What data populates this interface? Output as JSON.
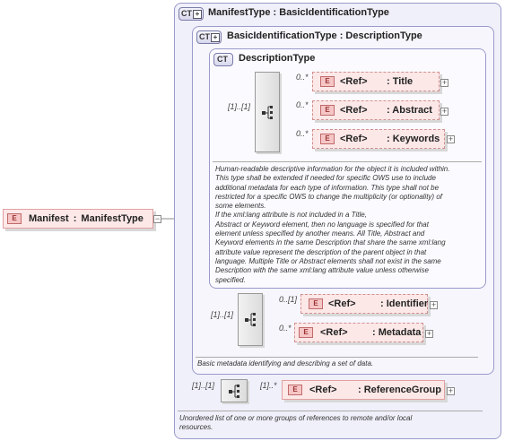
{
  "root": {
    "badge": "E",
    "label": "Manifest",
    "separator": ":",
    "type": "ManifestType"
  },
  "manifest_type": {
    "badge": "CT",
    "title": "ManifestType : BasicIdentificationType",
    "doc": "Unordered list of one or more groups of references to remote and/or local\nresources.",
    "sequence_cardinality": "[1]..[1]",
    "reference_group": {
      "badge": "E",
      "ref": "<Ref>",
      "name": ": ReferenceGroup",
      "cardinality": "[1]..*"
    }
  },
  "basic_identification_type": {
    "badge": "CT",
    "title": "BasicIdentificationType : DescriptionType",
    "doc": "Basic metadata identifying and describing a set of data.",
    "sequence_cardinality": "[1]..[1]",
    "children": [
      {
        "badge": "E",
        "ref": "<Ref>",
        "name": ": Identifier",
        "cardinality": "0..[1]"
      },
      {
        "badge": "E",
        "ref": "<Ref>",
        "name": ": Metadata",
        "cardinality": "0..*"
      }
    ]
  },
  "description_type": {
    "badge": "CT",
    "title": "DescriptionType",
    "doc": "Human-readable descriptive information for the object it is included within.\nThis type shall be extended if needed for specific OWS use to include\nadditional metadata for each type of information. This type shall not be\nrestricted for a specific OWS to change the multiplicity (or optionality) of\nsome elements.\n                              If the xml:lang attribute is not included in a Title,\nAbstract or Keyword element, then no language is specified for that\nelement unless specified by another means.  All Title, Abstract and\nKeyword elements in the same Description that share the same xml:lang\nattribute value represent the description of the parent object in that\nlanguage. Multiple Title or Abstract elements shall not exist in the same\nDescription with the same xml:lang attribute value unless otherwise\nspecified.",
    "sequence_cardinality": "[1]..[1]",
    "children": [
      {
        "badge": "E",
        "ref": "<Ref>",
        "name": ": Title",
        "cardinality": "0..*"
      },
      {
        "badge": "E",
        "ref": "<Ref>",
        "name": ": Abstract",
        "cardinality": "0..*"
      },
      {
        "badge": "E",
        "ref": "<Ref>",
        "name": ": Keywords",
        "cardinality": "0..*"
      }
    ]
  },
  "icons": {
    "expand": "+",
    "collapse": "−",
    "sequence": "sequence-compositor-icon",
    "ct_plus": "+"
  }
}
